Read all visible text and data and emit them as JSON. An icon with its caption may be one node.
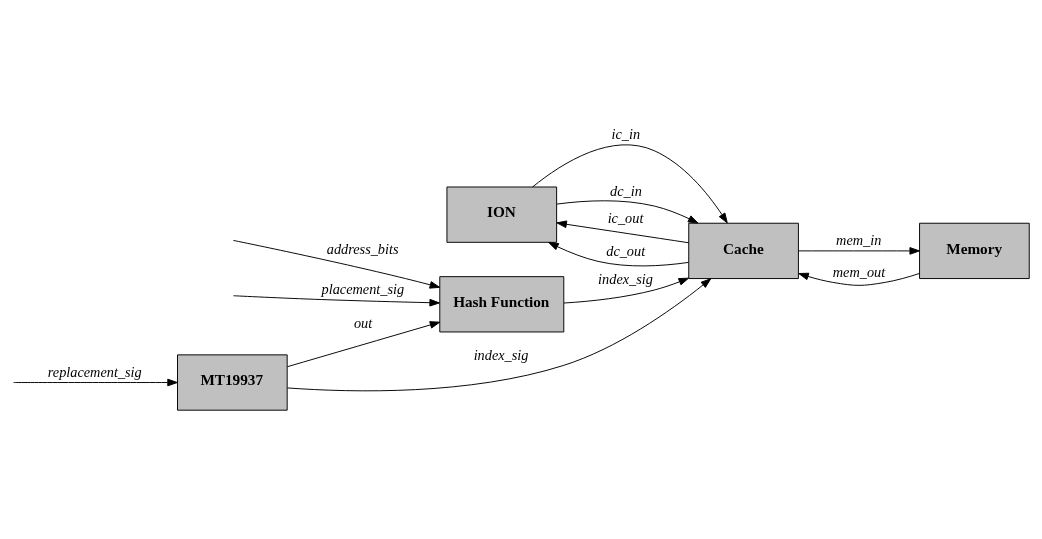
{
  "diagram": {
    "nodes": [
      {
        "text": [
          "ION"
        ]
      },
      {
        "text": [
          "MT19937"
        ]
      },
      {
        "text": [
          "Cache"
        ]
      },
      {
        "text": [
          "Hash Function"
        ]
      },
      {
        "text": [
          "Memory"
        ]
      }
    ],
    "edges": [
      {
        "from": null,
        "to": 1,
        "arrow": "to",
        "label": "replacement_sig"
      },
      {
        "from": 1,
        "to": 2,
        "arrow": "to",
        "label": "index_sig"
      },
      {
        "from": 3,
        "to": 2,
        "arrow": "to",
        "label": "index_sig"
      },
      {
        "from": 1,
        "to": 3,
        "arrow": "to",
        "label": "out"
      },
      {
        "from": null,
        "to": 3,
        "arrow": "to",
        "label": "address_bits"
      },
      {
        "from": null,
        "to": 3,
        "arrow": "to",
        "label": "placement_sig"
      },
      {
        "from": 2,
        "to": 0,
        "arrow": "to",
        "label": "ic_out"
      },
      {
        "from": 0,
        "to": 2,
        "arrow": "to",
        "label": "ic_in"
      },
      {
        "from": 0,
        "to": 2,
        "arrow": "to",
        "label": "dc_in"
      },
      {
        "from": 2,
        "to": 0,
        "arrow": "to",
        "label": "dc_out"
      },
      {
        "from": 4,
        "to": 2,
        "arrow": "to",
        "label": "mem_out"
      },
      {
        "from": 2,
        "to": 4,
        "arrow": "to",
        "label": "mem_in"
      }
    ]
  }
}
